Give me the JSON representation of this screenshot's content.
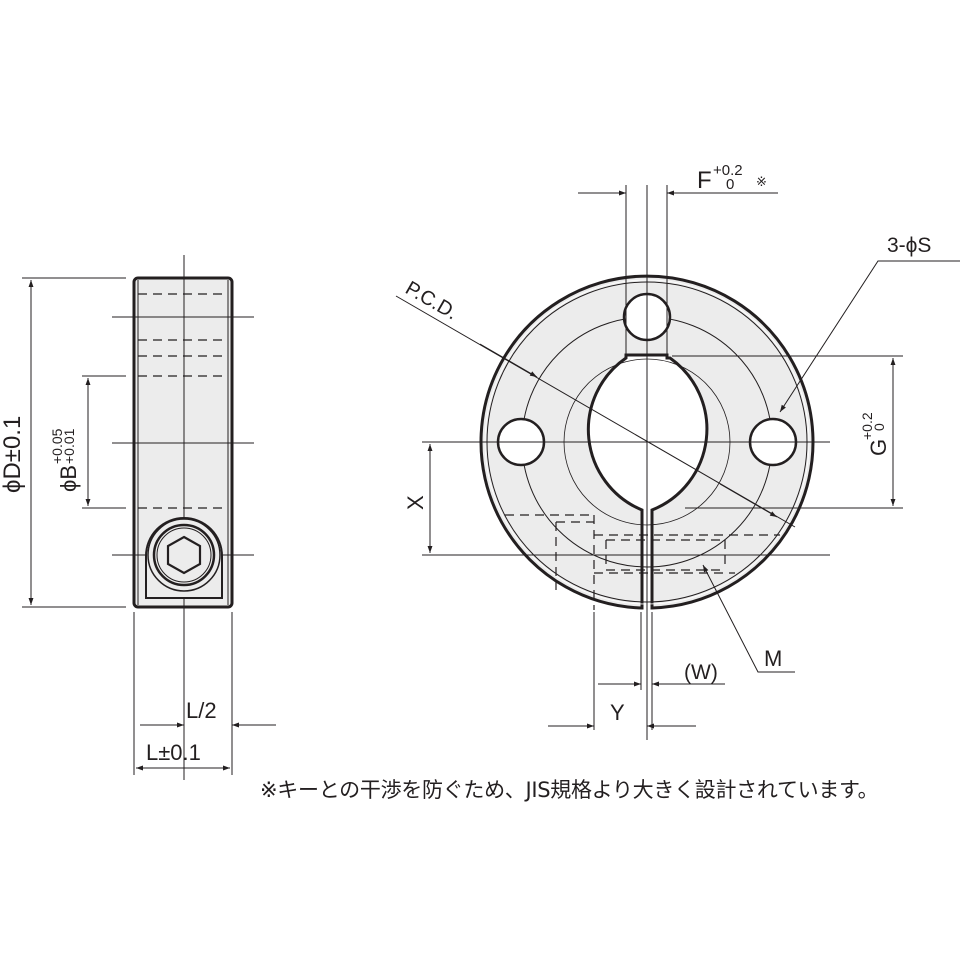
{
  "drawing": {
    "title": "Shaft collar with keyway, slit clamp type - dimension drawing",
    "side_view": {
      "labels": {
        "outer_diameter": "ϕD±0.1",
        "bore_diameter": "ϕB",
        "bore_tol_upper": "+0.05",
        "bore_tol_lower": "+0.01",
        "half_length": "L/2",
        "length": "L±0.1"
      }
    },
    "front_view": {
      "labels": {
        "keyway_width": "F",
        "keyway_tol_upper": "+0.2",
        "keyway_tol_lower": "0",
        "keyway_note_mark": "※",
        "holes": "3-ϕS",
        "pcd": "P.C.D.",
        "keyway_depth": "G",
        "keyway_depth_tol_upper": "+0.2",
        "keyway_depth_tol_lower": "0",
        "screw_offset": "X",
        "screw": "M",
        "slit_width": "(W)",
        "slit_offset": "Y"
      }
    },
    "note": "※キーとの干渉を防ぐため、JIS規格より大きく設計されています。",
    "colors": {
      "line": "#231f20",
      "fill": "#ececec",
      "background": "#ffffff"
    }
  }
}
